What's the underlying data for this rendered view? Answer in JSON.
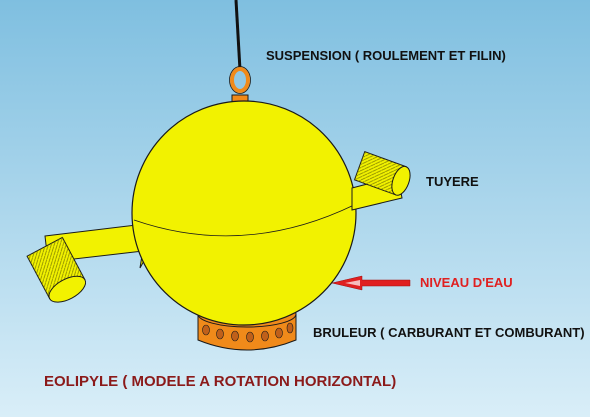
{
  "labels": {
    "suspension": "SUSPENSION ( ROULEMENT ET FILIN)",
    "tuyere": "TUYERE",
    "niveau_eau": "NIVEAU D'EAU",
    "bruleur": "BRULEUR ( CARBURANT ET COMBURANT)"
  },
  "title": "EOLIPYLE ( MODELE A ROTATION HORIZONTAL)",
  "colors": {
    "background_top": "#7fbfe0",
    "background_bottom": "#d9eef8",
    "sphere": "#f2f200",
    "outline": "#1a1a1a",
    "ring": "#f08a1a",
    "burner": "#f08a1a",
    "burner_holes": "#c0601a",
    "arrow": "#e02020",
    "label_dark": "#111111",
    "label_red": "#e02020",
    "title": "#8b1a1a"
  }
}
